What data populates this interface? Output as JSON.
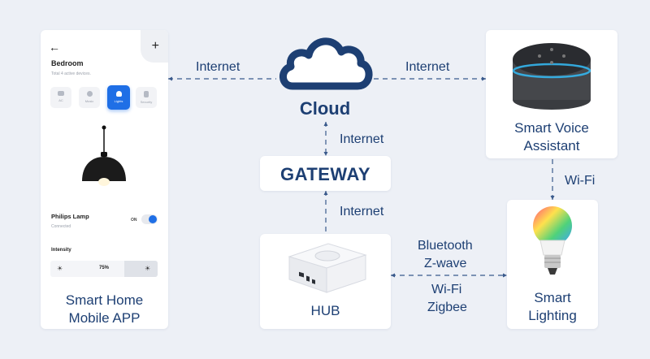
{
  "nodes": {
    "cloud": "Cloud",
    "gateway": "GATEWAY",
    "hub": "HUB",
    "mobile_app": {
      "line1": "Smart Home",
      "line2": "Mobile APP"
    },
    "voice_assistant": {
      "line1": "Smart Voice",
      "line2": "Assistant"
    },
    "lighting": {
      "line1": "Smart",
      "line2": "Lighting"
    }
  },
  "links": {
    "app_cloud": "Internet",
    "assistant_cloud": "Internet",
    "gateway_cloud": "Internet",
    "hub_gateway": "Internet",
    "assistant_lighting": "Wi-Fi",
    "hub_lighting_top": {
      "line1": "Bluetooth",
      "line2": "Z-wave"
    },
    "hub_lighting_bottom": {
      "line1": "Wi-Fi",
      "line2": "Zigbee"
    }
  },
  "phone_screen": {
    "back_icon": "←",
    "add_icon": "+",
    "room": "Bedroom",
    "subtitle": "Total 4 active devices.",
    "tiles": [
      "AC",
      "Music",
      "Lights",
      "Security"
    ],
    "device_name": "Philips Lamp",
    "device_status": "Connected",
    "toggle_label": "ON",
    "intensity_label": "Intensity",
    "intensity_value": "75%"
  },
  "colors": {
    "background": "#edf0f6",
    "text": "#1d3f73",
    "accent_blue": "#1f6fe6",
    "cloud_stroke": "#1d3f73",
    "dashed_line": "#3a5a8c"
  }
}
